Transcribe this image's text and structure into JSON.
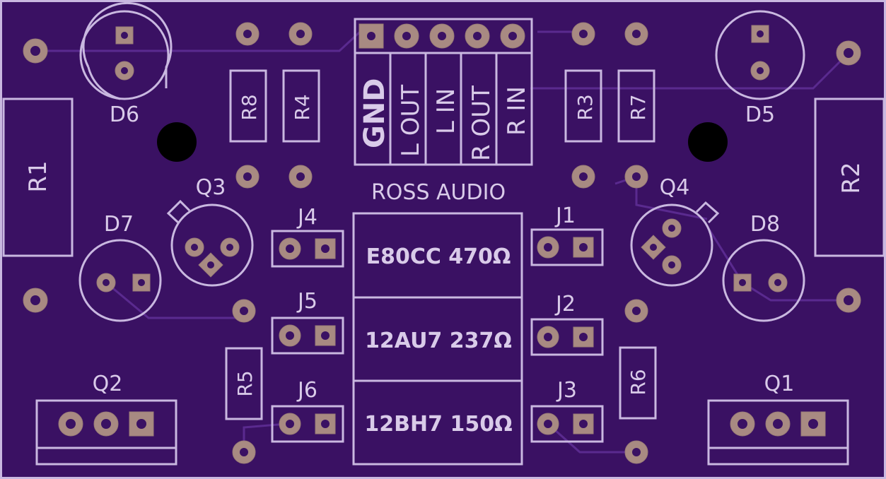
{
  "board": {
    "brand": "ROSS AUDIO",
    "tubes": [
      "E80CC 470Ω",
      "12AU7 237Ω",
      "12BH7 150Ω"
    ]
  },
  "connector": {
    "pins": [
      "GND",
      "L OUT",
      "L IN",
      "R OUT",
      "R IN"
    ]
  },
  "labels": {
    "D6": "D6",
    "D5": "D5",
    "D7": "D7",
    "D8": "D8",
    "R1": "R1",
    "R2": "R2",
    "R3": "R3",
    "R4": "R4",
    "R5": "R5",
    "R6": "R6",
    "R7": "R7",
    "R8": "R8",
    "Q1": "Q1",
    "Q2": "Q2",
    "Q3": "Q3",
    "Q4": "Q4",
    "J1": "J1",
    "J2": "J2",
    "J3": "J3",
    "J4": "J4",
    "J5": "J5",
    "J6": "J6"
  },
  "colors": {
    "board": "#3a1163",
    "silkscreen": "#c9b8e0",
    "copper_pad": "#a88a82",
    "trace": "#5a2a8f"
  }
}
